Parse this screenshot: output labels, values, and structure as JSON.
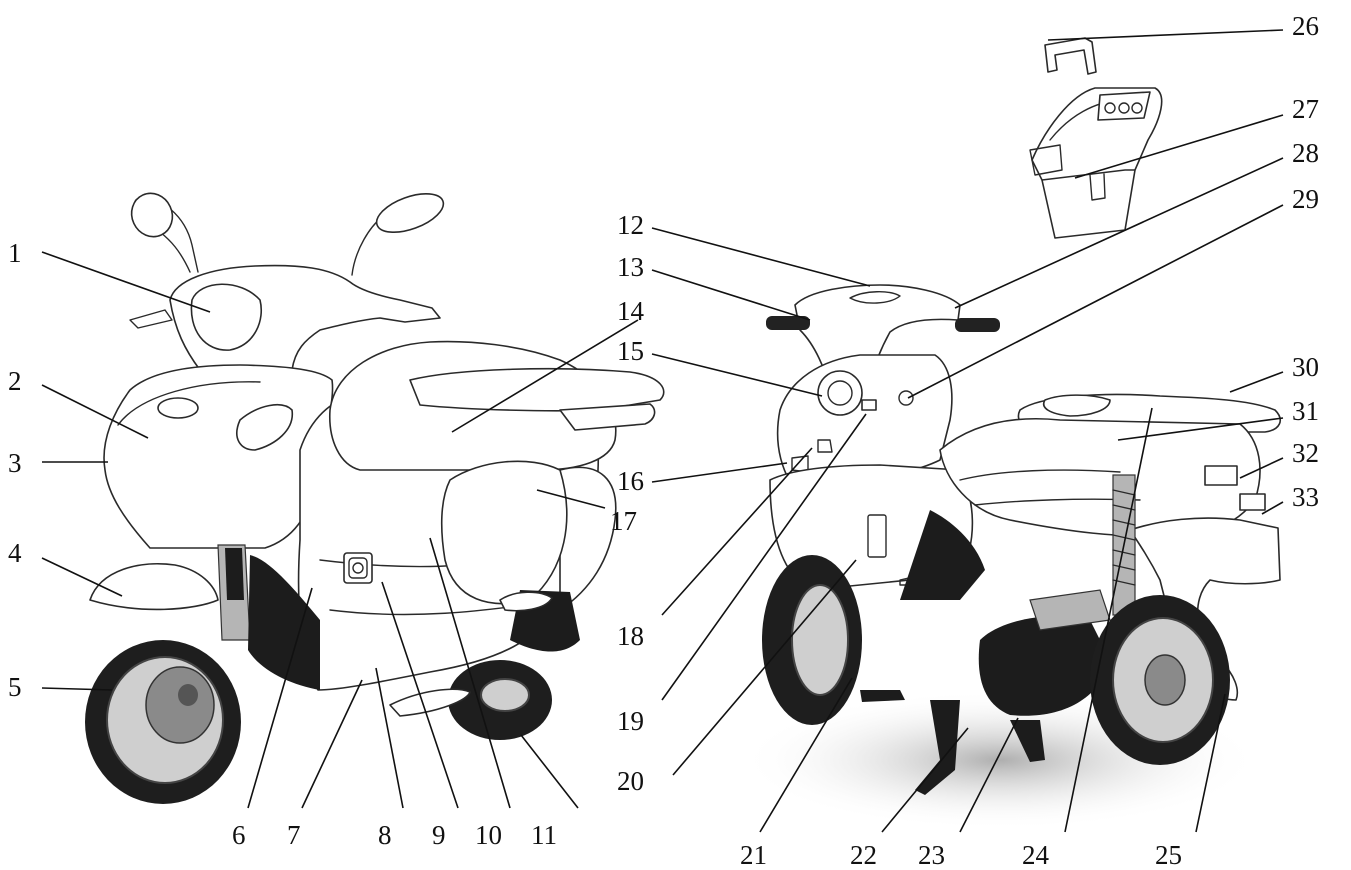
{
  "figure": {
    "labels": [
      "1",
      "2",
      "3",
      "4",
      "5",
      "6",
      "7",
      "8",
      "9",
      "10",
      "11",
      "12",
      "13",
      "14",
      "15",
      "16",
      "17",
      "18",
      "19",
      "20",
      "21",
      "22",
      "23",
      "24",
      "25",
      "26",
      "27",
      "28",
      "29",
      "30",
      "31",
      "32",
      "33"
    ]
  },
  "icons": {
    "front_view": "scooter-front-three-quarter-icon",
    "rear_view": "scooter-rear-three-quarter-icon",
    "battery": "battery-box-icon",
    "handle": "battery-handle-icon"
  },
  "colors": {
    "line": "#2a2a2a",
    "tire": "#1e1e1e",
    "background": "#ffffff"
  }
}
